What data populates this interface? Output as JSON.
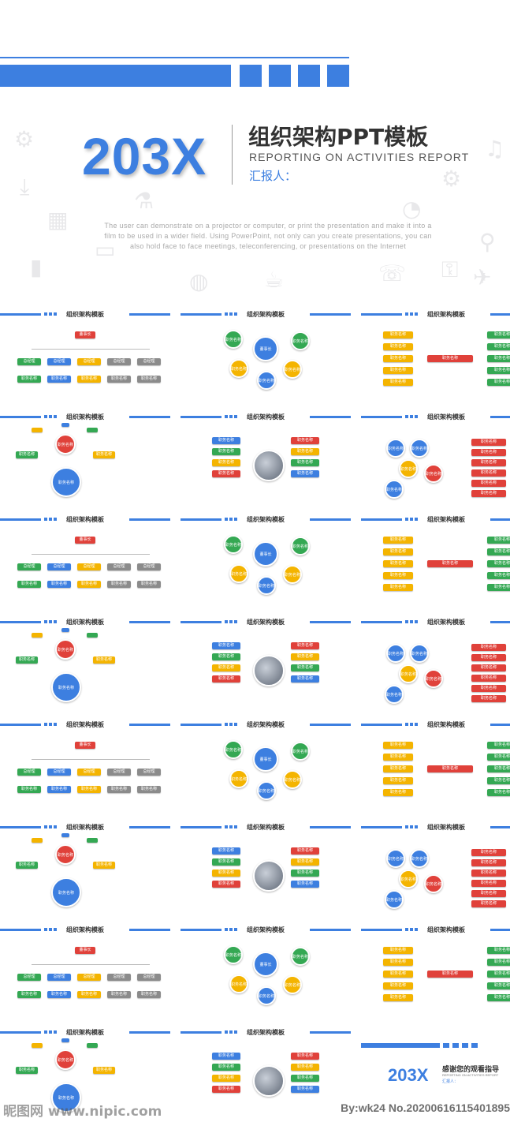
{
  "hero": {
    "big_number": "203X",
    "cn_title": "组织架构PPT模板",
    "en_subtitle": "REPORTING ON ACTIVITIES REPORT",
    "reporter": "汇报人：",
    "description": "The user can demonstrate on a projector or computer, or print the presentation and make it into a film to be used in a wider field. Using PowerPoint, not only can you create presentations, you can also hold face to face meetings, teleconferencing, or presentations on the Internet"
  },
  "slide_title": "组织架构模板",
  "labels": {
    "chairman": "董事长",
    "position": "职务名称",
    "general_mgr": "总经理"
  },
  "end": {
    "big": "203X",
    "thanks": "感谢您的观看指导",
    "en": "REPORTING ON ACTIVITIES REPORT",
    "reporter": "汇报人："
  },
  "watermark": {
    "left": "昵图网 www.nipic.com",
    "right": "By:wk24 No.20200616115401895"
  },
  "colors": {
    "blue": "#3d7fe0",
    "red": "#e0413a",
    "green": "#34a853",
    "yellow": "#f4b400",
    "gray": "#8b8b8b"
  }
}
